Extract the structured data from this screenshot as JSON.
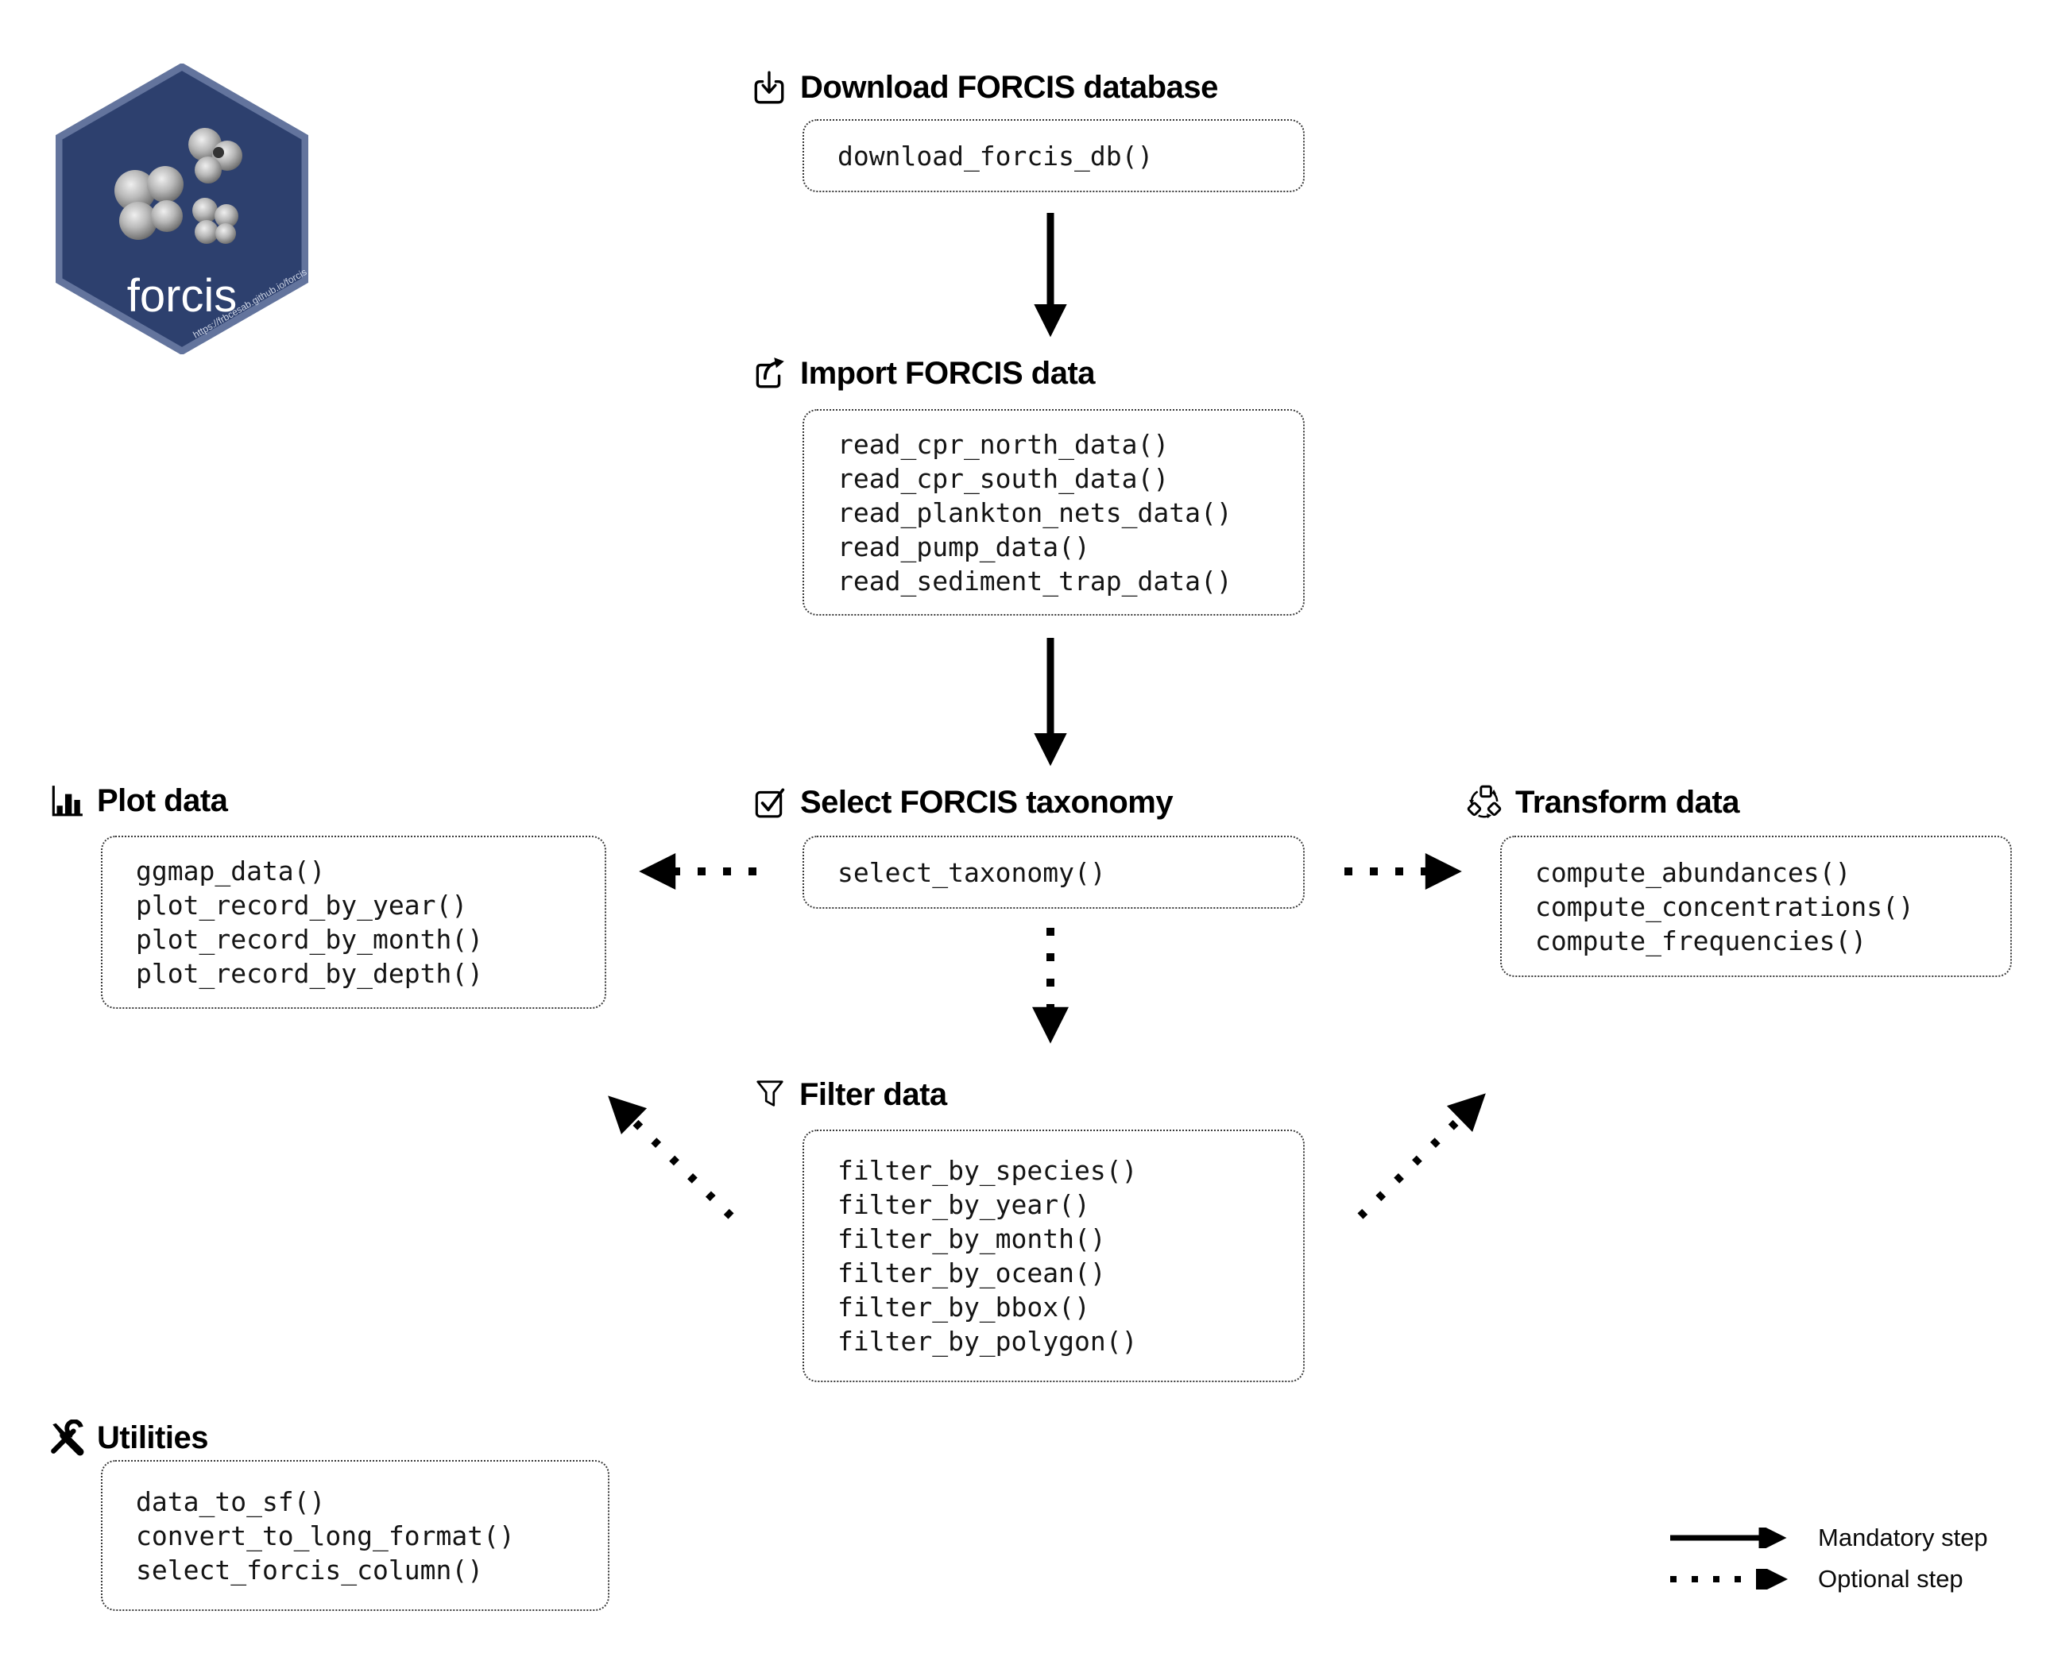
{
  "logo": {
    "label": "forcis",
    "url": "https://frbcesab.github.io/forcis",
    "hex_fill": "#2d406e",
    "hex_border": "#63749d"
  },
  "sections": {
    "download": {
      "title": "Download FORCIS database",
      "functions": [
        "download_forcis_db()"
      ]
    },
    "import": {
      "title": "Import FORCIS data",
      "functions": [
        "read_cpr_north_data()",
        "read_cpr_south_data()",
        "read_plankton_nets_data()",
        "read_pump_data()",
        "read_sediment_trap_data()"
      ]
    },
    "taxonomy": {
      "title": "Select FORCIS taxonomy",
      "functions": [
        "select_taxonomy()"
      ]
    },
    "plot": {
      "title": "Plot data",
      "functions": [
        "ggmap_data()",
        "plot_record_by_year()",
        "plot_record_by_month()",
        "plot_record_by_depth()"
      ]
    },
    "transform": {
      "title": "Transform data",
      "functions": [
        "compute_abundances()",
        "compute_concentrations()",
        "compute_frequencies()"
      ]
    },
    "filter": {
      "title": "Filter data",
      "functions": [
        "filter_by_species()",
        "filter_by_year()",
        "filter_by_month()",
        "filter_by_ocean()",
        "filter_by_bbox()",
        "filter_by_polygon()"
      ]
    },
    "utilities": {
      "title": "Utilities",
      "functions": [
        "data_to_sf()",
        "convert_to_long_format()",
        "select_forcis_column()"
      ]
    }
  },
  "legend": {
    "mandatory": "Mandatory step",
    "optional": "Optional step"
  },
  "icons": {
    "download": "download-tray-icon",
    "import": "share-export-icon",
    "taxonomy": "checkbox-check-icon",
    "plot": "bar-chart-icon",
    "transform": "recycle-shapes-icon",
    "filter": "funnel-icon",
    "utilities": "crossed-tools-icon"
  },
  "colors": {
    "arrow": "#000000",
    "box_border": "#3a3a3a",
    "text": "#141414"
  }
}
